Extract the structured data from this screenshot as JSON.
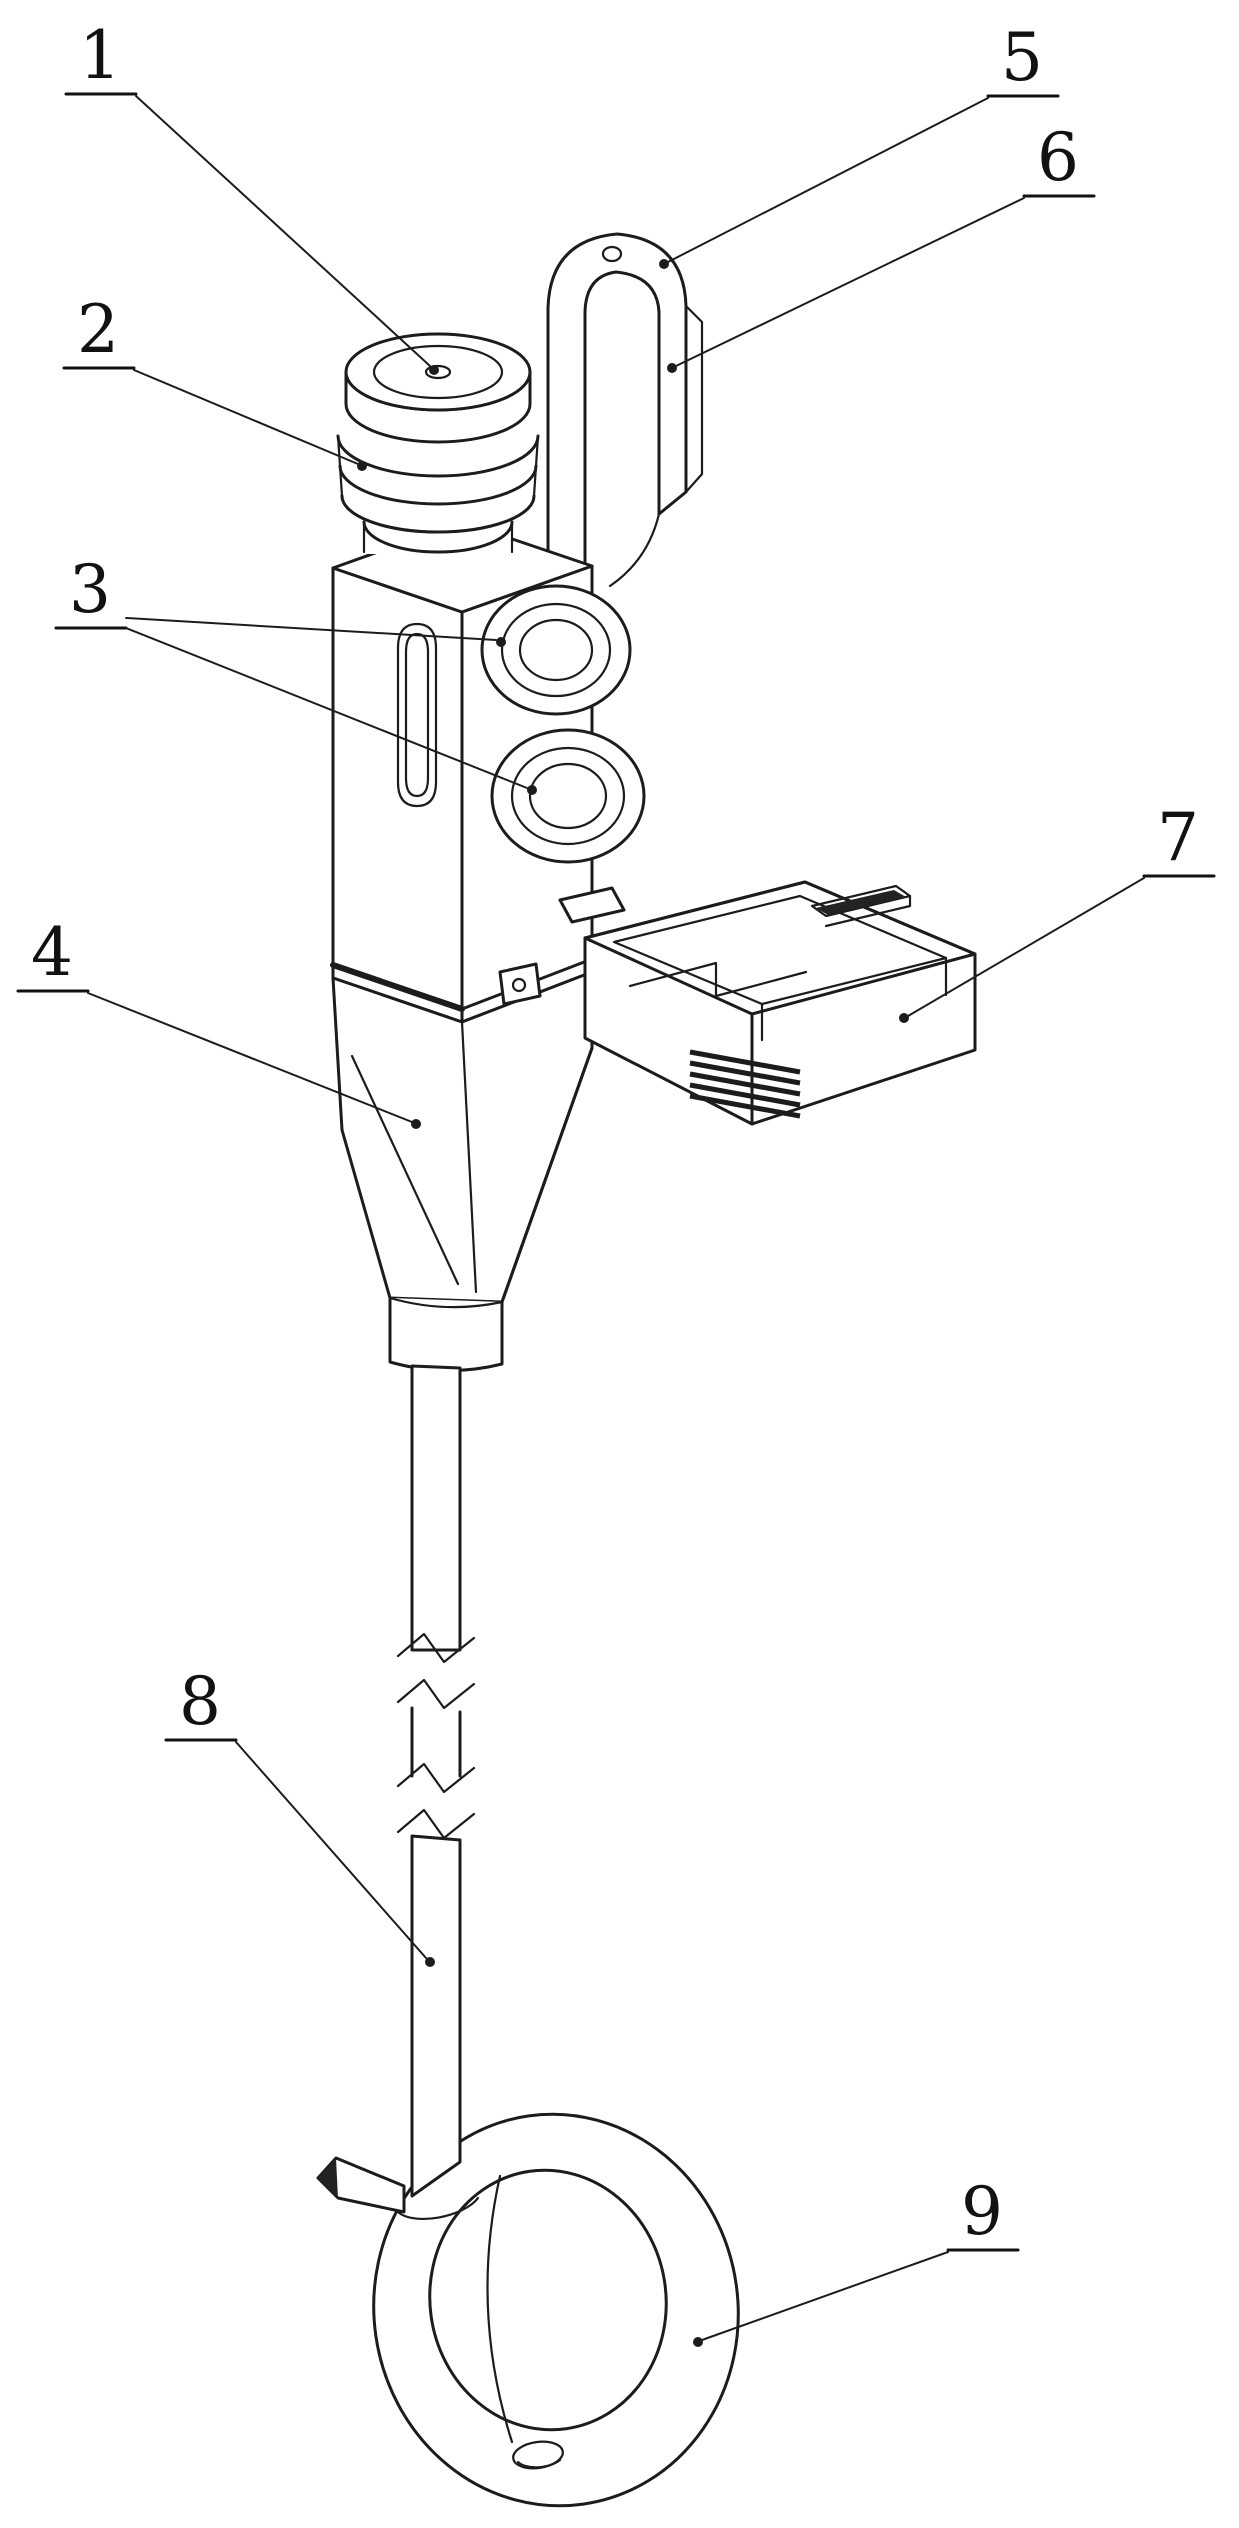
{
  "figure": {
    "kind": "patent-style technical line drawing",
    "background_color": "#ffffff",
    "line_color": "#1c1c1c",
    "dark_fill_color": "#232323"
  },
  "callouts": [
    {
      "label": "1"
    },
    {
      "label": "2"
    },
    {
      "label": "3"
    },
    {
      "label": "4"
    },
    {
      "label": "5"
    },
    {
      "label": "6"
    },
    {
      "label": "7"
    },
    {
      "label": "8"
    },
    {
      "label": "9"
    }
  ]
}
